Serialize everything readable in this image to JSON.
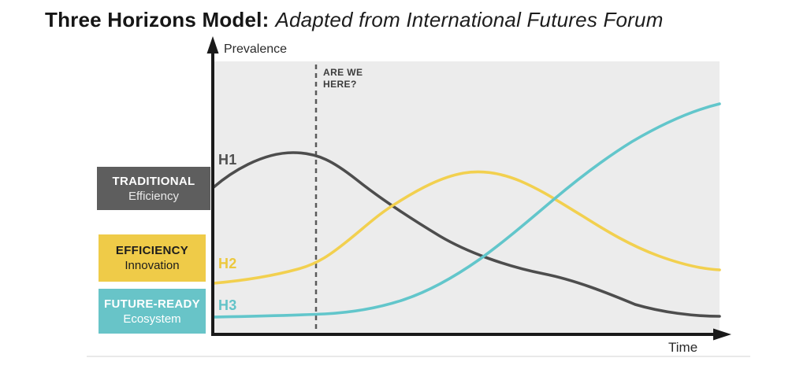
{
  "title": {
    "bold": "Three Horizons Model:",
    "italic": "Adapted from International Futures Forum"
  },
  "axes": {
    "y_label": "Prevalence",
    "x_label": "Time"
  },
  "annotation": {
    "text": "ARE WE\nHERE?"
  },
  "horizons": [
    {
      "id": "H1",
      "tag": "TRADITIONAL",
      "subtitle": "Efficiency",
      "color": "#4F4F4F",
      "box_bg": "#5E5E5E",
      "box_text": "#FFFFFF"
    },
    {
      "id": "H2",
      "tag": "EFFICIENCY",
      "subtitle": "Innovation",
      "color": "#EFCB48",
      "box_bg": "#EFCB48",
      "box_text": "#1C1C1C"
    },
    {
      "id": "H3",
      "tag": "FUTURE-READY",
      "subtitle": "Ecosystem",
      "color": "#68C4C8",
      "box_bg": "#68C4C8",
      "box_text": "#FFFFFF"
    }
  ],
  "colors": {
    "page_bg": "#FFFFFF",
    "plot_bg": "#ECECEC",
    "axis": "#1A1A1A",
    "dashed_line": "#5A5A5A",
    "h1_curve": "#4D4D4D",
    "h2_curve": "#F2D04F",
    "h3_curve": "#62C6CB"
  },
  "chart_data": {
    "type": "line",
    "title": "Three Horizons Model: Adapted from International Futures Forum",
    "xlabel": "Time",
    "ylabel": "Prevalence",
    "axis_style": "conceptual (no numeric ticks, arrowed axes)",
    "grid": false,
    "legend_position": "left-side stacked boxes (TRADITIONAL Efficiency / EFFICIENCY Innovation / FUTURE-READY Ecosystem)",
    "x_normalized": [
      0,
      0.1,
      0.2,
      0.3,
      0.4,
      0.5,
      0.6,
      0.7,
      0.8,
      0.9,
      1.0
    ],
    "ylim_percent": [
      0,
      100
    ],
    "series": [
      {
        "name": "H1",
        "label": "TRADITIONAL Efficiency",
        "color": "#4D4D4D",
        "values_percent": [
          54,
          65,
          66,
          56,
          42,
          32,
          24,
          19,
          12,
          8,
          6
        ],
        "shape": "starts mid-high, peaks just before dashed line, declines to low"
      },
      {
        "name": "H2",
        "label": "EFFICIENCY Innovation",
        "color": "#F2D04F",
        "values_percent": [
          19,
          21,
          27,
          40,
          53,
          59,
          56,
          47,
          36,
          27,
          23
        ],
        "shape": "starts low, bell peak at mid-chart, declines moderately"
      },
      {
        "name": "H3",
        "label": "FUTURE-READY Ecosystem",
        "color": "#62C6CB",
        "values_percent": [
          6,
          6,
          7,
          9,
          12,
          24,
          38,
          52,
          67,
          79,
          85
        ],
        "shape": "flat near zero, S-curve rising to highest at right edge"
      }
    ],
    "annotations": [
      {
        "label": "ARE WE HERE?",
        "x_normalized": 0.2,
        "style": "vertical dashed line spanning plot height"
      }
    ]
  }
}
